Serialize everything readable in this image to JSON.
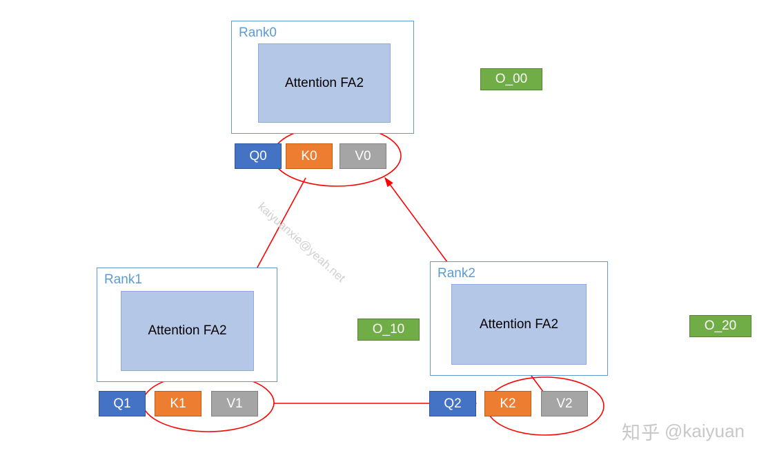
{
  "diagram": {
    "title_hidden": "",
    "ranks": [
      {
        "id": "rank0",
        "label": "Rank0",
        "attention_label": "Attention FA2",
        "tokens": [
          {
            "name": "q",
            "label": "Q0"
          },
          {
            "name": "k",
            "label": "K0"
          },
          {
            "name": "v",
            "label": "V0"
          }
        ]
      },
      {
        "id": "rank1",
        "label": "Rank1",
        "attention_label": "Attention FA2",
        "tokens": [
          {
            "name": "q",
            "label": "Q1"
          },
          {
            "name": "k",
            "label": "K1"
          },
          {
            "name": "v",
            "label": "V1"
          }
        ]
      },
      {
        "id": "rank2",
        "label": "Rank2",
        "attention_label": "Attention FA2",
        "tokens": [
          {
            "name": "q",
            "label": "Q2"
          },
          {
            "name": "k",
            "label": "K2"
          },
          {
            "name": "v",
            "label": "V2"
          }
        ]
      }
    ],
    "outputs": [
      {
        "id": "o00",
        "label": "O_00"
      },
      {
        "id": "o10",
        "label": "O_10"
      },
      {
        "id": "o20",
        "label": "O_20"
      }
    ],
    "annotations": {
      "highlight_color": "#ff0000",
      "rank_border_color": "#5b9bd5",
      "attention_fill": "#b4c7e7",
      "q_color": "#4472c4",
      "k_color": "#ed7d31",
      "v_color": "#a5a5a5",
      "o_color": "#70ad47"
    },
    "watermarks": {
      "email": "kaiyuanxie@yeah.net",
      "zhihu_logo": "知乎",
      "zhihu_user": "@kaiyuan"
    }
  }
}
